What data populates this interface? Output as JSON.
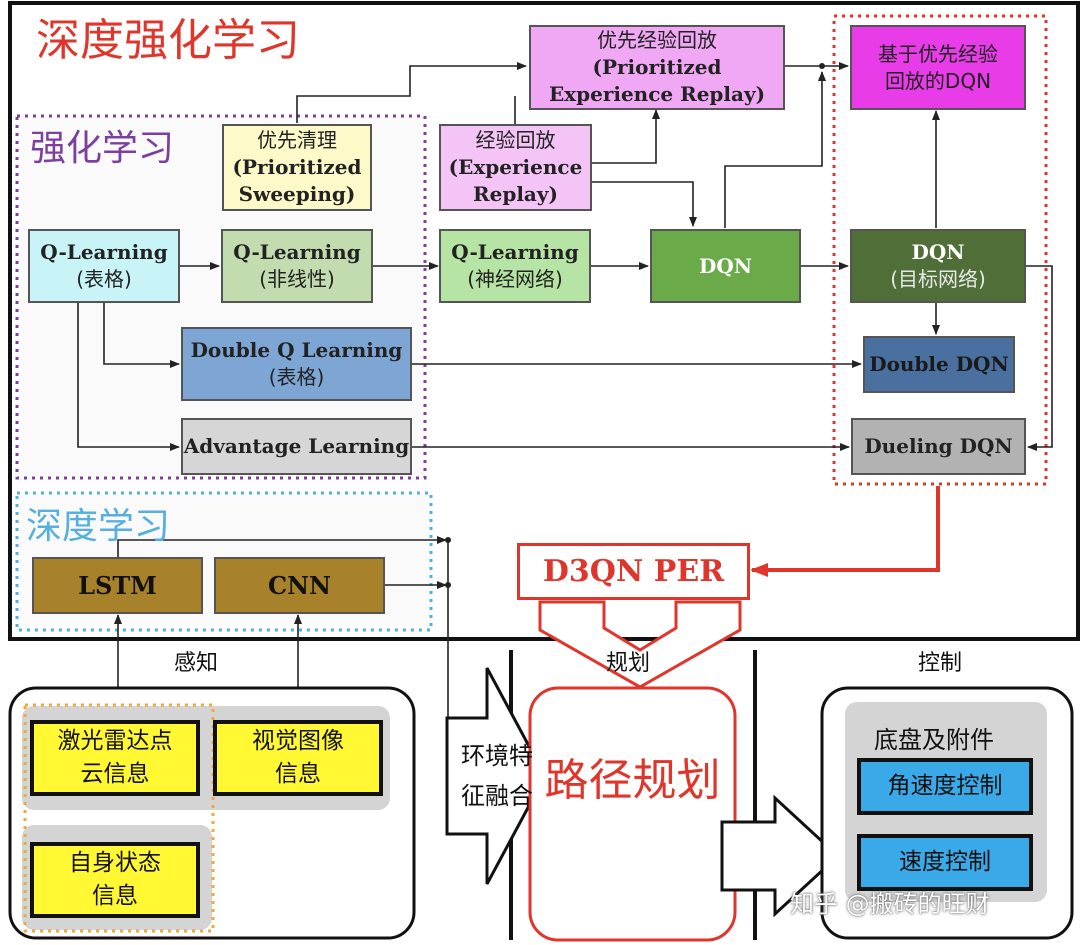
{
  "titles": {
    "drl": "深度强化学习",
    "rl": "强化学习",
    "dl": "深度学习"
  },
  "nodes": {
    "ps": [
      "优先清理",
      "(Prioritized",
      "Sweeping)"
    ],
    "per": [
      "优先经验回放",
      "(Prioritized",
      "Experience Replay)"
    ],
    "er": [
      "经验回放",
      "(Experience",
      "Replay)"
    ],
    "dqn_per": [
      "基于优先经验",
      "回放的DQN"
    ],
    "ql_table": [
      "Q-Learning",
      "(表格)"
    ],
    "ql_nonlinear": [
      "Q-Learning",
      "(非线性)"
    ],
    "ql_nn": [
      "Q-Learning",
      "(神经网络)"
    ],
    "dqn": [
      "DQN"
    ],
    "dqn_target": [
      "DQN",
      "(目标网络)"
    ],
    "double_ql": [
      "Double Q Learning",
      "(表格)"
    ],
    "double_dqn": [
      "Double DQN"
    ],
    "advantage": [
      "Advantage Learning"
    ],
    "dueling": [
      "Dueling DQN"
    ],
    "lstm": [
      "LSTM"
    ],
    "cnn": [
      "CNN"
    ],
    "d3qn": [
      "D3QN PER"
    ]
  },
  "section_labels": {
    "perception": "感知",
    "planning": "规划",
    "control": "控制"
  },
  "inputs": {
    "lidar": [
      "激光雷达点",
      "云信息"
    ],
    "vision": [
      "视觉图像",
      "信息"
    ],
    "self_state": [
      "自身状态",
      "信息"
    ]
  },
  "fusion": [
    "环境特",
    "征融合"
  ],
  "path_planning": [
    "路径",
    "规划"
  ],
  "control": {
    "group_label": "底盘及附件",
    "angular": "角速度控制",
    "speed": "速度控制"
  },
  "watermark": "知乎 @搬砖的旺财",
  "colors": {
    "title_red": "#e0352b",
    "title_purple": "#7b3fa0",
    "title_blue": "#55b0e0",
    "d3qn_red": "#e0352b",
    "ps_fill": "#fdf9c8",
    "per_fill": "#f0a8f4",
    "dqn_per_fill": "#e83ce8",
    "er_fill": "#f4c4f6",
    "ql_table_fill": "#c8f4f8",
    "ql_nonlinear_fill": "#c2dcb0",
    "ql_nn_fill": "#b6e4a4",
    "dqn_fill": "#6aaa48",
    "dqn_target_fill": "#4f6e38",
    "double_ql_fill": "#7ea6d4",
    "double_dqn_fill": "#4a70a0",
    "advantage_fill": "#d6d6d6",
    "dueling_fill": "#b2b2b2",
    "dl_fill": "#a8822a",
    "yellow_fill": "#fff833",
    "control_fill": "#39a9e8"
  }
}
